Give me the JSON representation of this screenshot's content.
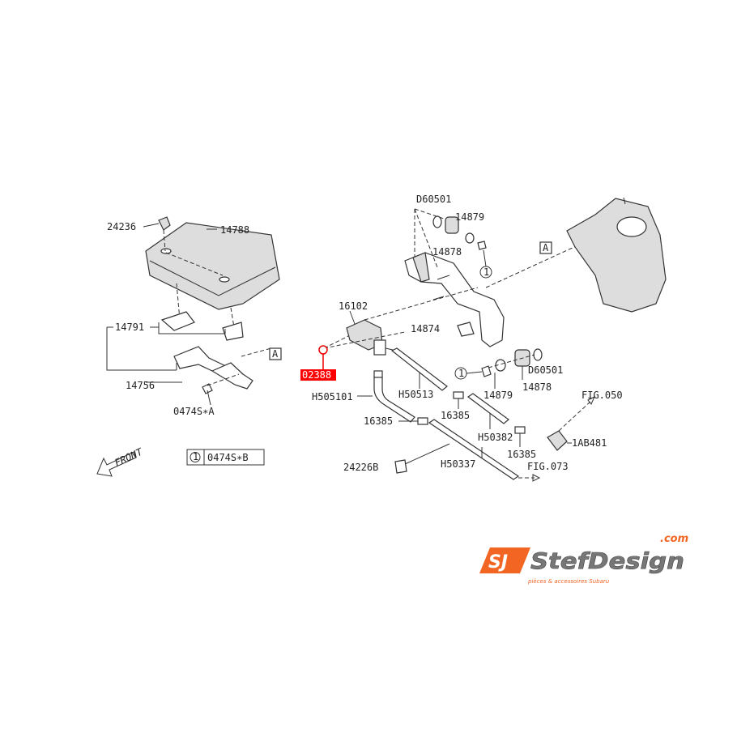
{
  "labels": {
    "p24236": "24236",
    "p14788": "14788",
    "p14791": "14791",
    "p14756": "14756",
    "p0474sa": "0474S∗A",
    "refA1": "A",
    "refA2": "A",
    "front": "FRONT",
    "legend_num": "1",
    "legend_part": "0474S∗B",
    "d60501_top": "D60501",
    "p14879_top": "14879",
    "p14878_top": "14878",
    "circle1_top": "1",
    "p16102": "16102",
    "p14874": "14874",
    "p02388": "02388",
    "circle1_mid": "1",
    "p14879_mid": "14879",
    "p14878_mid": "14878",
    "d60501_mid": "D60501",
    "h505101": "H505101",
    "h50513": "H50513",
    "p16385_a": "16385",
    "p16385_b": "16385",
    "p16385_c": "16385",
    "fig050": "FIG.050",
    "h50382": "H50382",
    "p1ab481": "1AB481",
    "p24226b": "24226B",
    "h50337": "H50337",
    "fig073": "FIG.073"
  },
  "highlight_color": "#ff0000",
  "logo": {
    "brand": "StefDesign",
    "tld": ".com",
    "tagline": "pièces & accessoires Subaru",
    "accent": "#f26522"
  }
}
